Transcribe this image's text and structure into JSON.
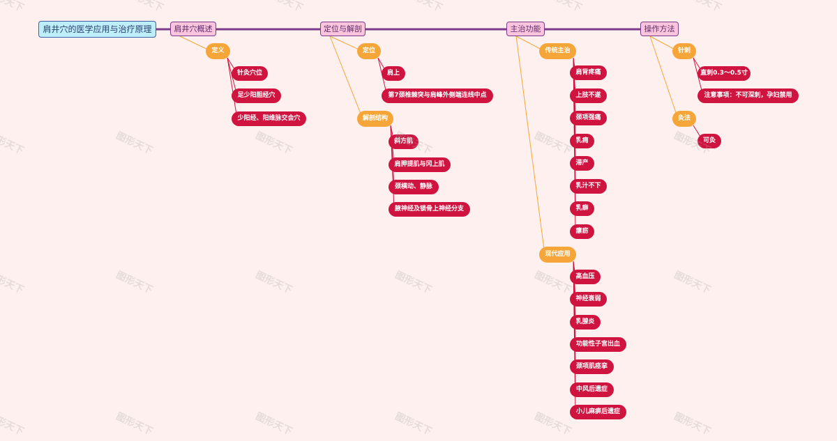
{
  "watermark": "图形天下",
  "mindmap": {
    "root": {
      "id": "root",
      "label": "肩井穴的医学应用与治疗原理"
    },
    "branches": [
      {
        "id": "b0",
        "label": "肩井穴概述",
        "children": [
          {
            "id": "b0s0",
            "label": "定义",
            "children": [
              {
                "id": "b0s0l0",
                "label": "针灸穴位"
              },
              {
                "id": "b0s0l1",
                "label": "足少阳胆经穴"
              },
              {
                "id": "b0s0l2",
                "label": "少阳经、阳维脉交会穴"
              }
            ]
          }
        ]
      },
      {
        "id": "b1",
        "label": "定位与解剖",
        "children": [
          {
            "id": "b1s0",
            "label": "定位",
            "children": [
              {
                "id": "b1s0l0",
                "label": "肩上"
              },
              {
                "id": "b1s0l1",
                "label": "第7颈椎棘突与肩峰外侧端连线中点"
              }
            ]
          },
          {
            "id": "b1s1",
            "label": "解剖结构",
            "children": [
              {
                "id": "b1s1l0",
                "label": "斜方肌"
              },
              {
                "id": "b1s1l1",
                "label": "肩胛提肌与冈上肌"
              },
              {
                "id": "b1s1l2",
                "label": "颈横动、静脉"
              },
              {
                "id": "b1s1l3",
                "label": "腋神经及锁骨上神经分支"
              }
            ]
          }
        ]
      },
      {
        "id": "b2",
        "label": "主治功能",
        "children": [
          {
            "id": "b2s0",
            "label": "传统主治",
            "children": [
              {
                "id": "b2s0l0",
                "label": "肩背疼痛"
              },
              {
                "id": "b2s0l1",
                "label": "上肢不遂"
              },
              {
                "id": "b2s0l2",
                "label": "颈项强痛"
              },
              {
                "id": "b2s0l3",
                "label": "乳痈"
              },
              {
                "id": "b2s0l4",
                "label": "滞产"
              },
              {
                "id": "b2s0l5",
                "label": "乳汁不下"
              },
              {
                "id": "b2s0l6",
                "label": "乳癖"
              },
              {
                "id": "b2s0l7",
                "label": "瘰疬"
              }
            ]
          },
          {
            "id": "b2s1",
            "label": "现代应用",
            "children": [
              {
                "id": "b2s1l0",
                "label": "高血压"
              },
              {
                "id": "b2s1l1",
                "label": "神经衰弱"
              },
              {
                "id": "b2s1l2",
                "label": "乳腺炎"
              },
              {
                "id": "b2s1l3",
                "label": "功能性子宫出血"
              },
              {
                "id": "b2s1l4",
                "label": "颈项肌痉挛"
              },
              {
                "id": "b2s1l5",
                "label": "中风后遗症"
              },
              {
                "id": "b2s1l6",
                "label": "小儿麻痹后遗症"
              }
            ]
          }
        ]
      },
      {
        "id": "b3",
        "label": "操作方法",
        "children": [
          {
            "id": "b3s0",
            "label": "针刺",
            "children": [
              {
                "id": "b3s0l0",
                "label": "直刺0.3～0.5寸"
              },
              {
                "id": "b3s0l1",
                "label": "注意事项：不可深刺，孕妇禁用"
              }
            ]
          },
          {
            "id": "b3s1",
            "label": "灸法",
            "children": [
              {
                "id": "b3s1l0",
                "label": "可灸"
              }
            ]
          }
        ]
      }
    ]
  },
  "colors": {
    "background": "#fdf0ee",
    "main_line": "#7b3a8c",
    "sub_line": "#f6a638",
    "leaf_line": "#cf1440"
  }
}
